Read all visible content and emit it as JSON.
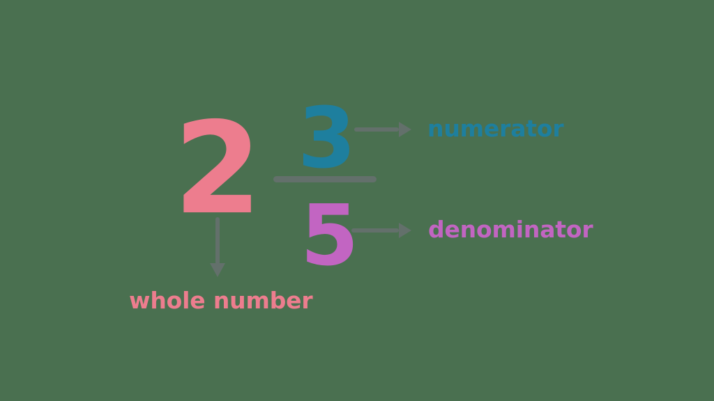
{
  "diagram": {
    "title": "mixed-number-parts",
    "background_color": "#4a7050",
    "mixed_number": {
      "whole_number": {
        "value": "2",
        "color": "#ed7d8e",
        "label": "whole number"
      },
      "numerator": {
        "value": "3",
        "color": "#1e7f9e",
        "label": "numerator"
      },
      "denominator": {
        "value": "5",
        "color": "#c265c2",
        "label": "denominator"
      }
    },
    "connector_color": "#63706b",
    "fraction_bar": "fraction-bar",
    "arrows": {
      "numerator_arrow": "arrow-right-icon",
      "denominator_arrow": "arrow-right-icon",
      "whole_number_arrow": "arrow-down-icon"
    }
  }
}
